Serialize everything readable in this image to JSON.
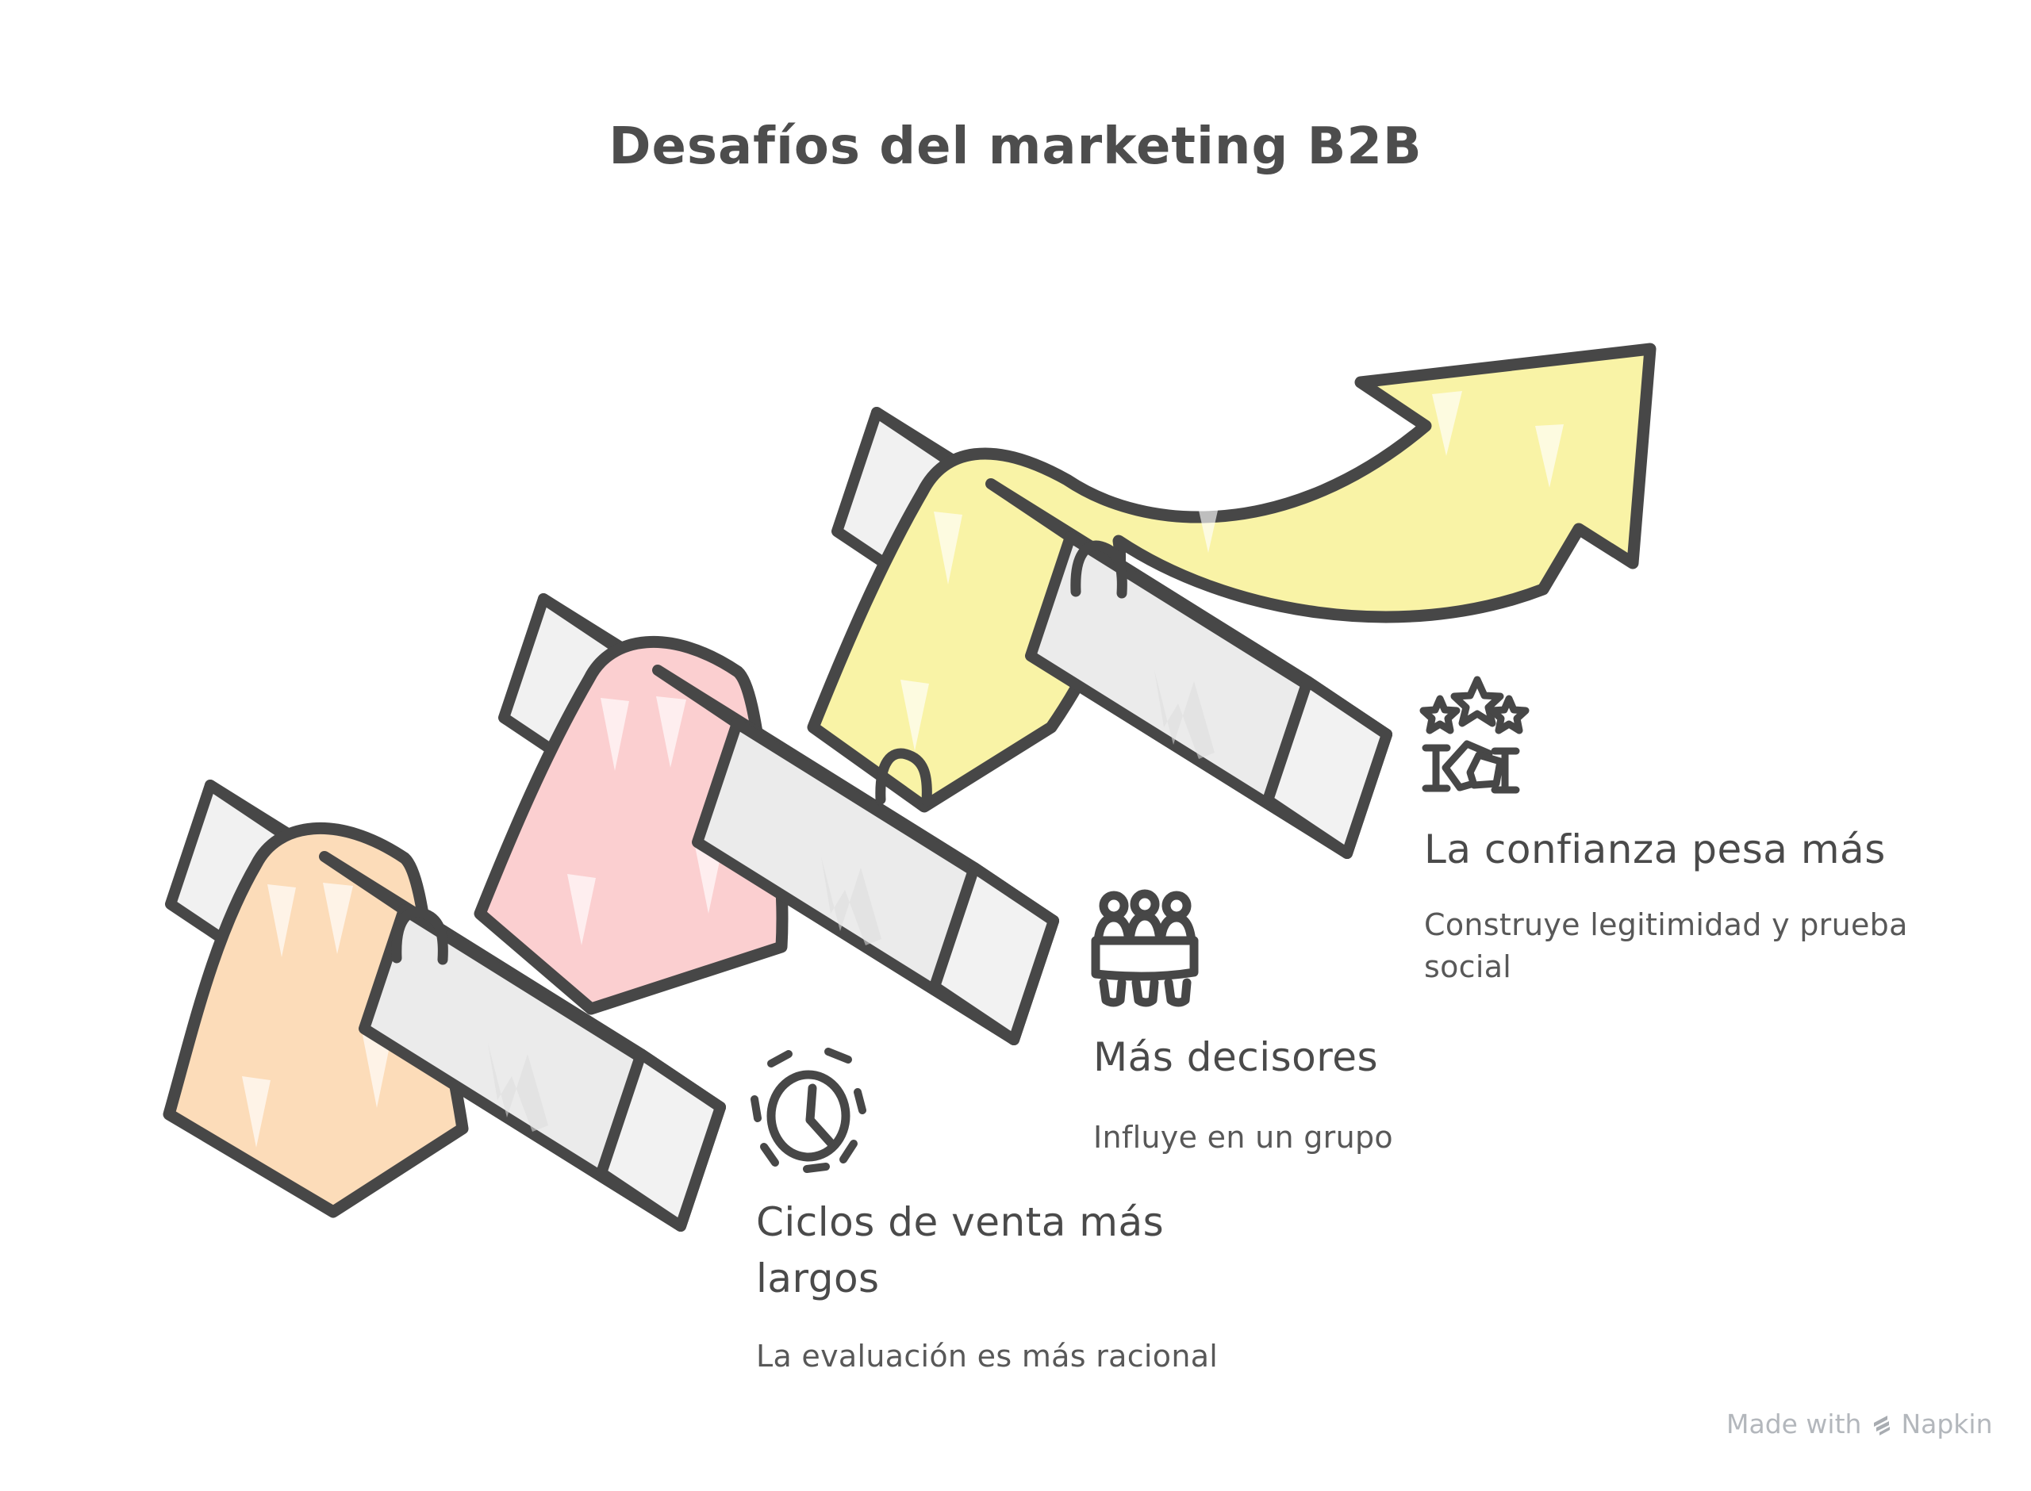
{
  "title": {
    "text": "Desafíos del marketing B2B",
    "color": "#4d4d4d"
  },
  "diagram": {
    "type": "weaving-arrow-over-hurdles",
    "hurdle_count": 3,
    "outline_color": "#474747",
    "hurdle_fill": "#ebebeb",
    "hurdle_top_fill": "#f7f7f7",
    "hurdle_cap_fill": "#f1f1f1",
    "arrow_color": "#f9f3a6",
    "steps": [
      {
        "heading": "Ciclos de venta más largos",
        "description": "La evaluación es más racional",
        "icon": "clock-icon",
        "ribbon_color": "#fcdcb9"
      },
      {
        "heading": "Más decisores",
        "description": "Influye en un grupo",
        "icon": "group-of-people-icon",
        "ribbon_color": "#fbcfd0"
      },
      {
        "heading": "La confianza pesa más",
        "description": "Construye legitimidad y prueba social",
        "icon": "stars-handshake-icon",
        "ribbon_color": "#f9f3a6"
      }
    ]
  },
  "watermark": {
    "prefix": "Made with",
    "brand": "Napkin",
    "color": "#b3b7bc"
  }
}
